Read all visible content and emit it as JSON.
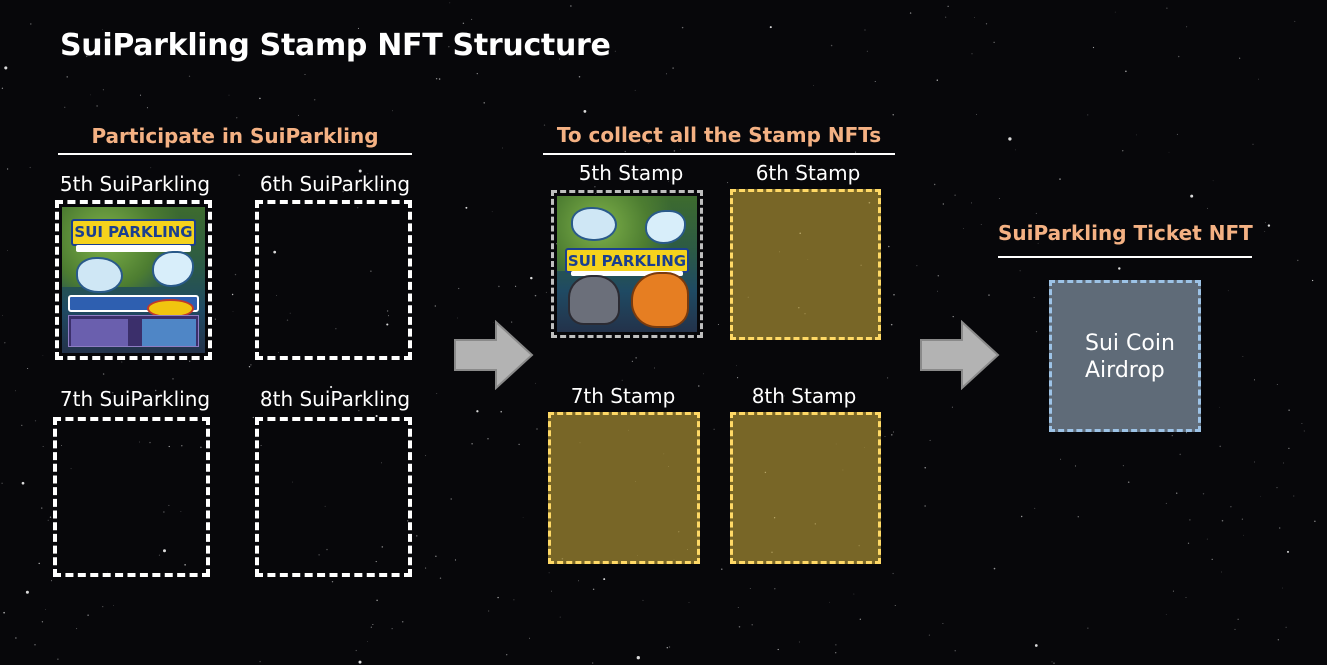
{
  "title": "SuiParkling Stamp NFT Structure",
  "section_participate": {
    "heading": "Participate in SuiParkling",
    "items": [
      {
        "label": "5th SuiParkling"
      },
      {
        "label": "6th SuiParkling"
      },
      {
        "label": "7th SuiParkling"
      },
      {
        "label": "8th SuiParkling"
      }
    ]
  },
  "section_collect": {
    "heading": "To collect all the Stamp NFTs",
    "items": [
      {
        "label": "5th Stamp"
      },
      {
        "label": "6th Stamp"
      },
      {
        "label": "7th Stamp"
      },
      {
        "label": "8th Stamp"
      }
    ]
  },
  "section_ticket": {
    "heading": "SuiParkling Ticket NFT",
    "line1": "Sui Coin",
    "line2": "Airdrop"
  },
  "poster": {
    "logo_text": "SUI PARKLING"
  },
  "colors": {
    "background": "#07070a",
    "heading": "#f4b183",
    "stamp_fill": "#bfa13a",
    "stamp_border": "#ffd966",
    "ticket_fill": "#5f6b78",
    "ticket_border": "#9dc3e6",
    "arrow": "#b3b3b3"
  },
  "icons": [
    "right-arrow-icon",
    "right-arrow-icon"
  ]
}
